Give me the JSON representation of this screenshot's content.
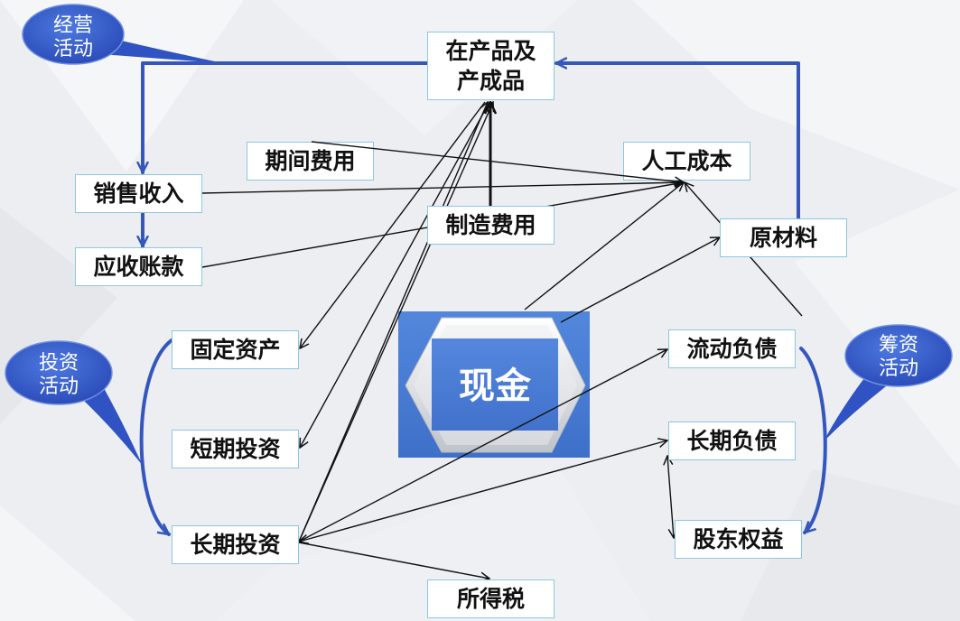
{
  "diagram": {
    "callouts": {
      "operating": {
        "line1": "经营",
        "line2": "活动"
      },
      "investing": {
        "line1": "投资",
        "line2": "活动"
      },
      "financing": {
        "line1": "筹资",
        "line2": "活动"
      }
    },
    "center": {
      "label": "现金"
    },
    "nodes": {
      "wip_and_finished_goods": {
        "line1": "在产品及",
        "line2": "产成品"
      },
      "period_expenses": {
        "label": "期间费用"
      },
      "labor_cost": {
        "label": "人工成本"
      },
      "sales_revenue": {
        "label": "销售收入"
      },
      "manufacturing_overhead": {
        "label": "制造费用"
      },
      "raw_materials": {
        "label": "原材料"
      },
      "accounts_receivable": {
        "label": "应收账款"
      },
      "fixed_assets": {
        "label": "固定资产"
      },
      "current_liabilities": {
        "label": "流动负债"
      },
      "short_term_investments": {
        "label": "短期投资"
      },
      "long_term_liabilities": {
        "label": "长期负债"
      },
      "long_term_investments": {
        "label": "长期投资"
      },
      "shareholders_equity": {
        "label": "股东权益"
      },
      "income_tax": {
        "label": "所得税"
      }
    }
  },
  "colors": {
    "background": "#ECEEF1",
    "flow_blue": "#3457BD",
    "callout_blue": "#2F53C2",
    "cash_blue": "#4A7ED6",
    "node_border": "#8CC8DF",
    "arrow_black": "#111111"
  }
}
